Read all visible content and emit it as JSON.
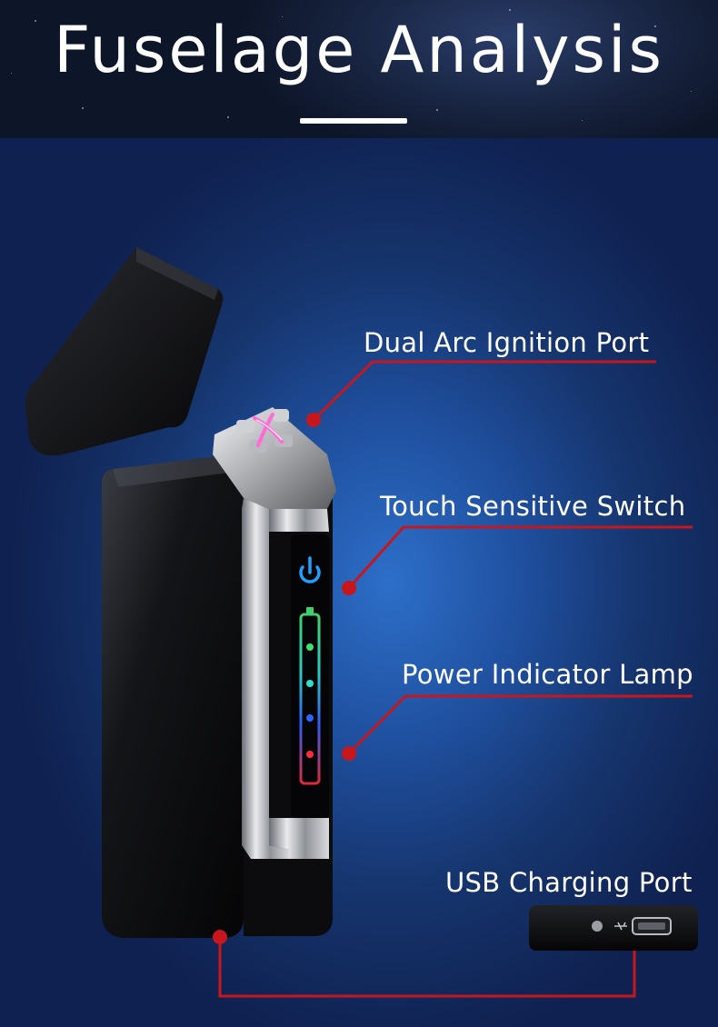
{
  "title": "Fuselage Analysis",
  "callouts": {
    "arc": "Dual Arc Ignition Port",
    "touch": "Touch Sensitive Switch",
    "power": "Power Indicator Lamp",
    "usb": "USB Charging Port"
  },
  "colors": {
    "callout_line": "#c8161d",
    "background_center": "#2d6fc9",
    "background_edge": "#0f2150",
    "lighter_body": "#0b0b0d",
    "power_icon": "#1ea0ff"
  },
  "indicator_lamps": [
    "green",
    "cyan",
    "blue",
    "red"
  ]
}
